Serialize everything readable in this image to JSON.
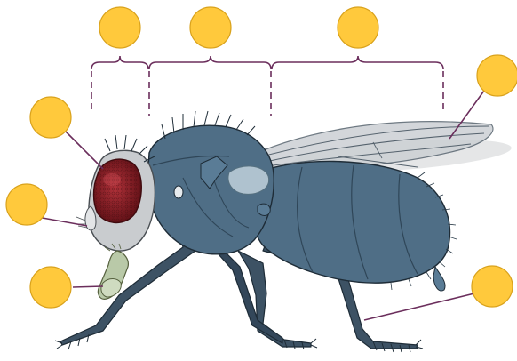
{
  "diagram": {
    "subject": "housefly-anatomy",
    "label_markers": [
      {
        "id": "marker-bracket-head",
        "label": ""
      },
      {
        "id": "marker-bracket-thorax",
        "label": ""
      },
      {
        "id": "marker-bracket-abdomen",
        "label": ""
      },
      {
        "id": "marker-wing",
        "label": ""
      },
      {
        "id": "marker-compound-eye",
        "label": ""
      },
      {
        "id": "marker-antenna",
        "label": ""
      },
      {
        "id": "marker-mouthparts",
        "label": ""
      },
      {
        "id": "marker-leg",
        "label": ""
      }
    ],
    "colors": {
      "marker_fill": "#FFC93C",
      "marker_stroke": "#D9A21C",
      "leader_line": "#6B2E5C",
      "body": "#4F6E86",
      "body_dark": "#2F4658",
      "eye": "#8E1E24",
      "head": "#C9CCCF",
      "wing": "#D3D6D9",
      "mouthparts": "#B9C9A8"
    }
  }
}
